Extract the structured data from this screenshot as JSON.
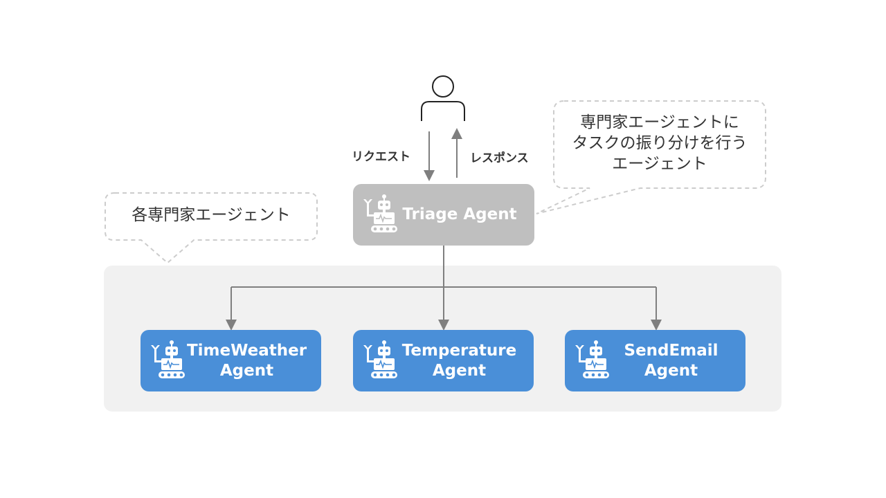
{
  "flow": {
    "request_label": "リクエスト",
    "response_label": "レスポンス"
  },
  "triage": {
    "name": "Triage Agent"
  },
  "callouts": {
    "triage_note": [
      "専門家エージェントに",
      "タスクの振り分けを行う",
      "エージェント"
    ],
    "experts_note": "各専門家エージェント"
  },
  "agents": [
    {
      "line1": "TimeWeather",
      "line2": "Agent"
    },
    {
      "line1": "Temperature",
      "line2": "Agent"
    },
    {
      "line1": "SendEmail",
      "line2": "Agent"
    }
  ],
  "colors": {
    "agent_blue": "#4a8fd8",
    "triage_gray": "#bfbfbf",
    "panel_bg": "#f1f1f1",
    "connector": "#7f7f7f",
    "dashed_border": "#cccccc"
  }
}
